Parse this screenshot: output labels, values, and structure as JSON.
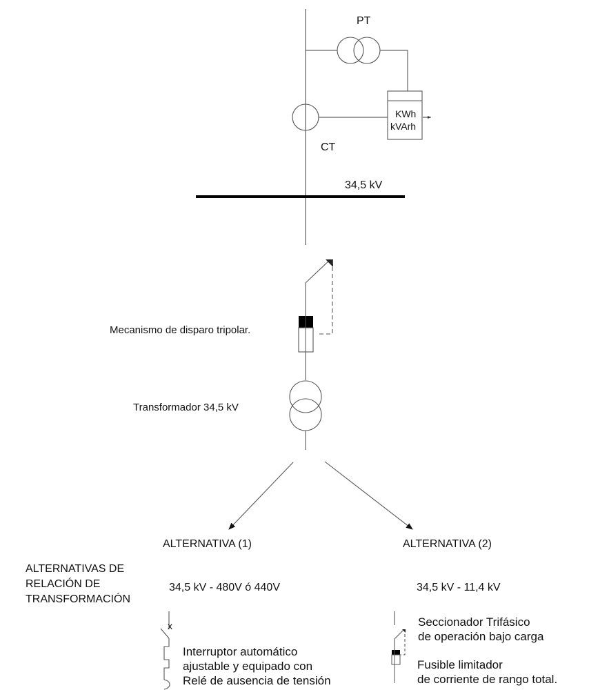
{
  "diagram": {
    "top": {
      "pt_label": "PT",
      "ct_label": "CT",
      "meter_line1": "KWh",
      "meter_line2": "kVArh",
      "bus_voltage": "34,5 kV"
    },
    "middle": {
      "trip_mechanism_label": "Mecanismo de disparo tripolar.",
      "transformer_label": "Transformador 34,5 kV"
    },
    "alternatives": {
      "section_label_lines": [
        "ALTERNATIVAS DE",
        "RELACIÓN DE",
        "TRANSFORMACIÓN"
      ],
      "alt1": {
        "title": "ALTERNATIVA (1)",
        "ratio": "34,5 kV - 480V ó 440V",
        "breaker_mark": "x",
        "device_lines": [
          "Interruptor automático",
          "ajustable y equipado con",
          "Relé de ausencia de tensión"
        ]
      },
      "alt2": {
        "title": "ALTERNATIVA (2)",
        "ratio": "34,5 kV - 11,4 kV",
        "switch_lines": [
          "Seccionador Trifásico",
          "de operación bajo carga"
        ],
        "fuse_lines": [
          "Fusible limitador",
          "de corriente de rango total."
        ]
      }
    }
  }
}
